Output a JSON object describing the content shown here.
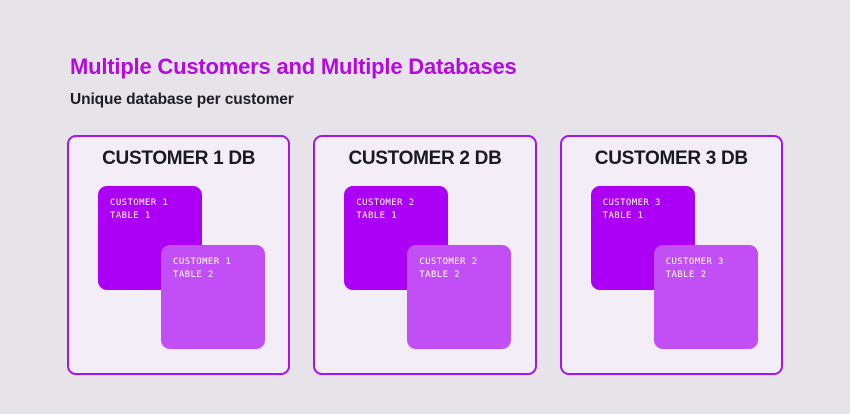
{
  "heading": "Multiple Customers and Multiple Databases",
  "subheading": "Unique database per customer",
  "colors": {
    "page_background": "#e6e4e9",
    "heading_purple": "#b40ae0",
    "card_border": "#a812ee",
    "card_background": "#f2edf7",
    "table_one_purple": "#ab00f5",
    "table_two_purple": "#c14ff5",
    "title_text": "#191920",
    "label_text": "#ffffff"
  },
  "cards": [
    {
      "title": "CUSTOMER 1 DB",
      "tables": [
        {
          "line1": "CUSTOMER 1",
          "line2": "TABLE 1"
        },
        {
          "line1": "CUSTOMER 1",
          "line2": "TABLE 2"
        }
      ]
    },
    {
      "title": "CUSTOMER 2 DB",
      "tables": [
        {
          "line1": "CUSTOMER 2",
          "line2": "TABLE 1"
        },
        {
          "line1": "CUSTOMER 2",
          "line2": "TABLE 2"
        }
      ]
    },
    {
      "title": "CUSTOMER 3 DB",
      "tables": [
        {
          "line1": "CUSTOMER 3",
          "line2": "TABLE 1"
        },
        {
          "line1": "CUSTOMER 3",
          "line2": "TABLE 2"
        }
      ]
    }
  ]
}
